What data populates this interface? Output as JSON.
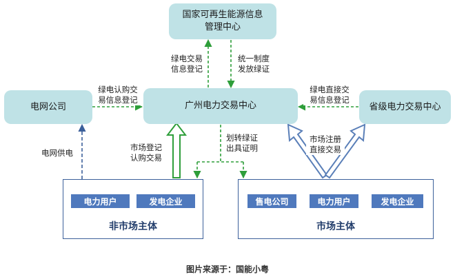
{
  "nodes": {
    "center": "国家可再生能源信息\n管理中心",
    "grid": "电网公司",
    "gz": "广州电力交易中心",
    "prov": "省级电力交易中心"
  },
  "groups": {
    "nonmarket": {
      "title": "非市场主体",
      "chips": [
        "电力用户",
        "发电企业"
      ]
    },
    "market": {
      "title": "市场主体",
      "chips": [
        "售电公司",
        "电力用户",
        "发电企业"
      ]
    }
  },
  "labels": {
    "green_info": "绿电交易\n信息登记",
    "unified": "统一制度\n发放绿证",
    "grid_to_gz": "绿电认购交\n易信息登记",
    "prov_to_gz": "绿电直接交\n易信息登记",
    "grid_supply": "电网供电",
    "market_reg": "市场登记\n认购交易",
    "transfer": "划转绿证\n出具证明",
    "market_direct": "市场注册\n直接交易"
  },
  "caption": "图片来源于：国能小粤",
  "colors": {
    "node": "#bfe2e6",
    "chip": "#4f79bd",
    "green": "#2e9e3a",
    "navy": "#3b5f9a"
  }
}
